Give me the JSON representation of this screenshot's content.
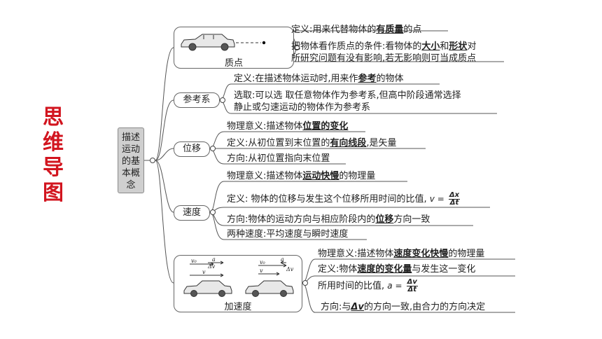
{
  "side_title": [
    "思",
    "维",
    "导",
    "图"
  ],
  "root": {
    "label_lines": [
      "描述",
      "运动",
      "的基",
      "本概",
      "念"
    ]
  },
  "nodes": {
    "particle": {
      "label": "质点"
    },
    "reference": {
      "label": "参考系"
    },
    "displacement": {
      "label": "位移"
    },
    "velocity": {
      "label": "速度"
    },
    "acceleration": {
      "label": "加速度"
    }
  },
  "particle": {
    "def_pre": "定义:用来代替物体的",
    "def_bold": "有质量",
    "def_post": "的点",
    "cond_pre": "把物体看作质点的条件:看物体的",
    "cond_bold1": "大小",
    "cond_and": "和",
    "cond_bold2": "形状",
    "cond_post": "对",
    "cond_line2": "所研究问题有没有影响,若无影响则可当成质点"
  },
  "reference": {
    "def_pre": "定义:在描述物体运动时,用来作",
    "def_bold": "参考",
    "def_post": "的物体",
    "choose_line1": "选取:可以选 取任意物体作为参考系,但高中阶段通常选择",
    "choose_line2": "静止或匀速运动的物体作为参考系"
  },
  "displacement": {
    "meaning_pre": "物理意义:描述物体",
    "meaning_bold": "位置的变化",
    "def_pre": "定义:从初位置到末位置的",
    "def_bold": "有向线段",
    "def_post": ",是矢量",
    "dir": "方向:从初位置指向末位置"
  },
  "velocity": {
    "meaning_pre": "物理意义:描述物体",
    "meaning_bold": "运动快慢",
    "meaning_post": "的物理量",
    "def_text": "定义: 物体的位移与发生这个位移所用时间的比值,",
    "def_eq": "v =",
    "def_num": "Δx",
    "def_den": "Δt",
    "dir_pre": "方向:物体的运动方向与相应阶段内的",
    "dir_bold": "位移",
    "dir_post": "方向一致",
    "kinds": "两种速度:平均速度与瞬时速度"
  },
  "acceleration": {
    "meaning_pre": "物理意义:描述物体",
    "meaning_bold": "速度变化快慢",
    "meaning_post": "的物理量",
    "def_pre": "定义:物体",
    "def_bold": "速度的变化量",
    "def_post": "与发生这一变化",
    "def_line2": "所用时间的比值,",
    "def_eq": "a =",
    "def_num": "Δv",
    "def_den": "Δt",
    "dir_pre": "方向:与",
    "dir_bold": "Δv",
    "dir_post": "的方向一致,由合力的方向决定",
    "fig_v0": "v₀",
    "fig_a": "a",
    "fig_dv": "Δv",
    "fig_v": "v"
  }
}
